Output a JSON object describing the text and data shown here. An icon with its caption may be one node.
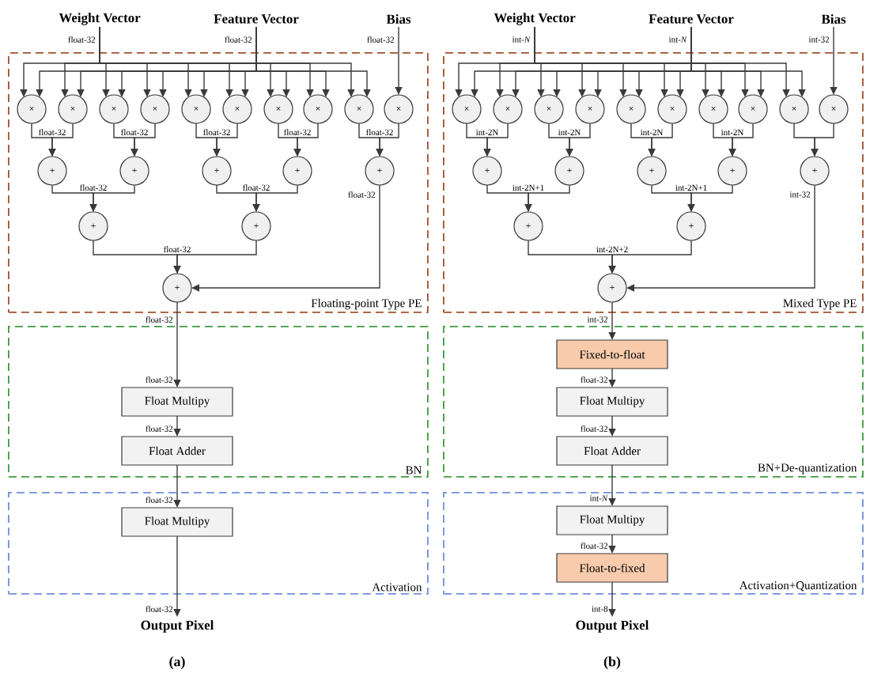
{
  "diagram": {
    "nodes": [
      {
        "text": [
          "Weight Vector"
        ]
      },
      {
        "text": [
          "Feature Vector"
        ]
      },
      {
        "text": [
          "Bias"
        ]
      },
      {
        "text": [
          "Floating-point Type PE"
        ]
      },
      {
        "text": [
          "×"
        ],
        "in": 3
      },
      {
        "text": [
          "×"
        ],
        "in": 3
      },
      {
        "text": [
          "×"
        ],
        "in": 3
      },
      {
        "text": [
          "×"
        ],
        "in": 3
      },
      {
        "text": [
          "×"
        ],
        "in": 3
      },
      {
        "text": [
          "×"
        ],
        "in": 3
      },
      {
        "text": [
          "×"
        ],
        "in": 3
      },
      {
        "text": [
          "×"
        ],
        "in": 3
      },
      {
        "text": [
          "×"
        ],
        "in": 3
      },
      {
        "text": [
          "×"
        ],
        "in": 3
      },
      {
        "text": [
          "+"
        ],
        "in": 3
      },
      {
        "text": [
          "+"
        ],
        "in": 3
      },
      {
        "text": [
          "+"
        ],
        "in": 3
      },
      {
        "text": [
          "+"
        ],
        "in": 3
      },
      {
        "text": [
          "+"
        ],
        "in": 3
      },
      {
        "text": [
          "+"
        ],
        "in": 3
      },
      {
        "text": [
          "+"
        ],
        "in": 3
      },
      {
        "text": [
          "+"
        ],
        "in": 3
      },
      {
        "text": [
          "BN"
        ]
      },
      {
        "text": [
          "Float Multipy"
        ],
        "in": 22
      },
      {
        "text": [
          "Float Adder"
        ],
        "in": 22
      },
      {
        "text": [
          "Activation"
        ]
      },
      {
        "text": [
          "Float Multipy"
        ],
        "in": 25
      },
      {
        "text": [
          "Output Pixel"
        ]
      },
      {
        "text": [
          "Weight Vector"
        ]
      },
      {
        "text": [
          "Feature Vector"
        ]
      },
      {
        "text": [
          "Bias"
        ]
      },
      {
        "text": [
          "Mixed Type PE"
        ]
      },
      {
        "text": [
          "×"
        ],
        "in": 31
      },
      {
        "text": [
          "×"
        ],
        "in": 31
      },
      {
        "text": [
          "×"
        ],
        "in": 31
      },
      {
        "text": [
          "×"
        ],
        "in": 31
      },
      {
        "text": [
          "×"
        ],
        "in": 31
      },
      {
        "text": [
          "×"
        ],
        "in": 31
      },
      {
        "text": [
          "×"
        ],
        "in": 31
      },
      {
        "text": [
          "×"
        ],
        "in": 31
      },
      {
        "text": [
          "×"
        ],
        "in": 31
      },
      {
        "text": [
          "×"
        ],
        "in": 31
      },
      {
        "text": [
          "+"
        ],
        "in": 31
      },
      {
        "text": [
          "+"
        ],
        "in": 31
      },
      {
        "text": [
          "+"
        ],
        "in": 31
      },
      {
        "text": [
          "+"
        ],
        "in": 31
      },
      {
        "text": [
          "+"
        ],
        "in": 31
      },
      {
        "text": [
          "+"
        ],
        "in": 31
      },
      {
        "text": [
          "+"
        ],
        "in": 31
      },
      {
        "text": [
          "+"
        ],
        "in": 31
      },
      {
        "text": [
          "BN+De-quantization"
        ]
      },
      {
        "text": [
          "Fixed-to-float"
        ],
        "in": 50
      },
      {
        "text": [
          "Float Multipy"
        ],
        "in": 50
      },
      {
        "text": [
          "Float Adder"
        ],
        "in": 50
      },
      {
        "text": [
          "Activation+Quantization"
        ]
      },
      {
        "text": [
          "Float Multipy"
        ],
        "in": 54
      },
      {
        "text": [
          "Float-to-fixed"
        ],
        "in": 54
      },
      {
        "text": [
          "Output Pixel"
        ]
      }
    ],
    "edges": [
      {
        "from": 0,
        "to": 4,
        "arrow": "to",
        "label": "float-32"
      },
      {
        "from": 0,
        "to": 5,
        "arrow": "to"
      },
      {
        "from": 0,
        "to": 6,
        "arrow": "to"
      },
      {
        "from": 0,
        "to": 7,
        "arrow": "to"
      },
      {
        "from": 0,
        "to": 8,
        "arrow": "to"
      },
      {
        "from": 0,
        "to": 9,
        "arrow": "to"
      },
      {
        "from": 0,
        "to": 10,
        "arrow": "to"
      },
      {
        "from": 0,
        "to": 11,
        "arrow": "to"
      },
      {
        "from": 0,
        "to": 12,
        "arrow": "to"
      },
      {
        "from": 1,
        "to": 4,
        "arrow": "to",
        "label": "float-32"
      },
      {
        "from": 1,
        "to": 5,
        "arrow": "to"
      },
      {
        "from": 1,
        "to": 6,
        "arrow": "to"
      },
      {
        "from": 1,
        "to": 7,
        "arrow": "to"
      },
      {
        "from": 1,
        "to": 8,
        "arrow": "to"
      },
      {
        "from": 1,
        "to": 9,
        "arrow": "to"
      },
      {
        "from": 1,
        "to": 10,
        "arrow": "to"
      },
      {
        "from": 1,
        "to": 11,
        "arrow": "to"
      },
      {
        "from": 1,
        "to": 12,
        "arrow": "to"
      },
      {
        "from": 2,
        "to": 13,
        "arrow": "to",
        "label": "float-32"
      },
      {
        "from": 4,
        "to": 14,
        "arrow": "to",
        "label": "float-32"
      },
      {
        "from": 5,
        "to": 14,
        "arrow": "to"
      },
      {
        "from": 6,
        "to": 15,
        "arrow": "to",
        "label": "float-32"
      },
      {
        "from": 7,
        "to": 15,
        "arrow": "to"
      },
      {
        "from": 8,
        "to": 16,
        "arrow": "to",
        "label": "float-32"
      },
      {
        "from": 9,
        "to": 16,
        "arrow": "to"
      },
      {
        "from": 10,
        "to": 17,
        "arrow": "to",
        "label": "float-32"
      },
      {
        "from": 11,
        "to": 17,
        "arrow": "to"
      },
      {
        "from": 12,
        "to": 18,
        "arrow": "to",
        "label": "float-32"
      },
      {
        "from": 13,
        "to": 18,
        "arrow": "to"
      },
      {
        "from": 14,
        "to": 19,
        "arrow": "to",
        "label": "float-32"
      },
      {
        "from": 15,
        "to": 19,
        "arrow": "to"
      },
      {
        "from": 16,
        "to": 20,
        "arrow": "to",
        "label": "float-32"
      },
      {
        "from": 17,
        "to": 20,
        "arrow": "to"
      },
      {
        "from": 19,
        "to": 21,
        "arrow": "to",
        "label": "float-32"
      },
      {
        "from": 20,
        "to": 21,
        "arrow": "to"
      },
      {
        "from": 18,
        "to": 21,
        "arrow": "to",
        "label": "float-32"
      },
      {
        "from": 21,
        "to": 23,
        "arrow": "to",
        "label": "float-32"
      },
      {
        "from": 23,
        "to": 24,
        "arrow": "to",
        "label": "float-32"
      },
      {
        "from": 24,
        "to": 26,
        "arrow": "to",
        "label": "float-32"
      },
      {
        "from": 26,
        "to": 27,
        "arrow": "to",
        "label": "float-32"
      },
      {
        "from": 28,
        "to": 32,
        "arrow": "to",
        "label": "int-*N*"
      },
      {
        "from": 28,
        "to": 33,
        "arrow": "to"
      },
      {
        "from": 28,
        "to": 34,
        "arrow": "to"
      },
      {
        "from": 28,
        "to": 35,
        "arrow": "to"
      },
      {
        "from": 28,
        "to": 36,
        "arrow": "to"
      },
      {
        "from": 28,
        "to": 37,
        "arrow": "to"
      },
      {
        "from": 28,
        "to": 38,
        "arrow": "to"
      },
      {
        "from": 28,
        "to": 39,
        "arrow": "to"
      },
      {
        "from": 28,
        "to": 40,
        "arrow": "to"
      },
      {
        "from": 29,
        "to": 32,
        "arrow": "to",
        "label": "int-*N*"
      },
      {
        "from": 29,
        "to": 33,
        "arrow": "to"
      },
      {
        "from": 29,
        "to": 34,
        "arrow": "to"
      },
      {
        "from": 29,
        "to": 35,
        "arrow": "to"
      },
      {
        "from": 29,
        "to": 36,
        "arrow": "to"
      },
      {
        "from": 29,
        "to": 37,
        "arrow": "to"
      },
      {
        "from": 29,
        "to": 38,
        "arrow": "to"
      },
      {
        "from": 29,
        "to": 39,
        "arrow": "to"
      },
      {
        "from": 29,
        "to": 40,
        "arrow": "to"
      },
      {
        "from": 30,
        "to": 41,
        "arrow": "to",
        "label": "int-32"
      },
      {
        "from": 32,
        "to": 42,
        "arrow": "to",
        "label": "int-2N"
      },
      {
        "from": 33,
        "to": 42,
        "arrow": "to"
      },
      {
        "from": 34,
        "to": 43,
        "arrow": "to",
        "label": "int-2N"
      },
      {
        "from": 35,
        "to": 43,
        "arrow": "to"
      },
      {
        "from": 36,
        "to": 44,
        "arrow": "to",
        "label": "int-2N"
      },
      {
        "from": 37,
        "to": 44,
        "arrow": "to"
      },
      {
        "from": 38,
        "to": 45,
        "arrow": "to",
        "label": "int-2N"
      },
      {
        "from": 39,
        "to": 45,
        "arrow": "to"
      },
      {
        "from": 40,
        "to": 46,
        "arrow": "to"
      },
      {
        "from": 41,
        "to": 46,
        "arrow": "to"
      },
      {
        "from": 42,
        "to": 47,
        "arrow": "to",
        "label": "int-2N+1"
      },
      {
        "from": 43,
        "to": 47,
        "arrow": "to"
      },
      {
        "from": 44,
        "to": 48,
        "arrow": "to",
        "label": "int-2N+1"
      },
      {
        "from": 45,
        "to": 48,
        "arrow": "to"
      },
      {
        "from": 47,
        "to": 49,
        "arrow": "to",
        "label": "int-2N+2"
      },
      {
        "from": 48,
        "to": 49,
        "arrow": "to"
      },
      {
        "from": 46,
        "to": 49,
        "arrow": "to",
        "label": "int-32"
      },
      {
        "from": 49,
        "to": 51,
        "arrow": "to"
      },
      {
        "from": 51,
        "to": 52,
        "arrow": "to",
        "label": "float-32"
      },
      {
        "from": 52,
        "to": 53,
        "arrow": "to",
        "label": "float-32"
      },
      {
        "from": 53,
        "to": 55,
        "arrow": "to",
        "label": "int-*N*"
      },
      {
        "from": 55,
        "to": 56,
        "arrow": "to",
        "label": "float-32"
      },
      {
        "from": 56,
        "to": 57,
        "arrow": "to",
        "label": "int-8"
      }
    ],
    "labels": [
      "float-32",
      "int-32",
      "(a)",
      "(b)"
    ]
  }
}
